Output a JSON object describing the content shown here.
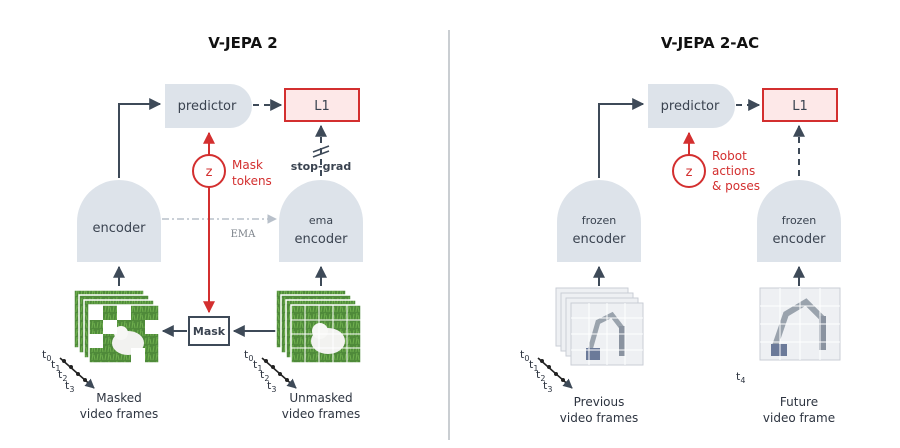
{
  "left_panel": {
    "title": "V-JEPA 2",
    "predictor_label": "predictor",
    "loss_label": "L1",
    "z_label": "z",
    "mask_tokens_line1": "Mask",
    "mask_tokens_line2": "tokens",
    "stopgrad_label": "stop-grad",
    "encoder_label": "encoder",
    "ema_label": "EMA",
    "ema_encoder_line1": "ema",
    "ema_encoder_line2": "encoder",
    "mask_label": "Mask",
    "masked_caption_line1": "Masked",
    "masked_caption_line2": "video frames",
    "unmasked_caption_line1": "Unmasked",
    "unmasked_caption_line2": "video frames"
  },
  "right_panel": {
    "title": "V-JEPA 2-AC",
    "predictor_label": "predictor",
    "loss_label": "L1",
    "z_label": "z",
    "robot_line1": "Robot",
    "robot_line2": "actions",
    "robot_line3": "& poses",
    "frozen_left_line1": "frozen",
    "frozen_left_line2": "encoder",
    "frozen_right_line1": "frozen",
    "frozen_right_line2": "encoder",
    "previous_caption_line1": "Previous",
    "previous_caption_line2": "video frames",
    "future_caption_line1": "Future",
    "future_caption_line2": "video frame"
  },
  "time_labels": {
    "t0": "t",
    "t0_sub": "0",
    "t1": "t",
    "t1_sub": "1",
    "t2": "t",
    "t2_sub": "2",
    "t3": "t",
    "t3_sub": "3",
    "t4": "t",
    "t4_sub": "4"
  },
  "colors": {
    "block_fill": "#dde3ea",
    "loss_fill": "#fde8e8",
    "accent_red": "#d32f2f",
    "arrow_dark": "#3e4a58",
    "grass": "#4f8a3a",
    "robot_bg": "#eef0f3"
  }
}
